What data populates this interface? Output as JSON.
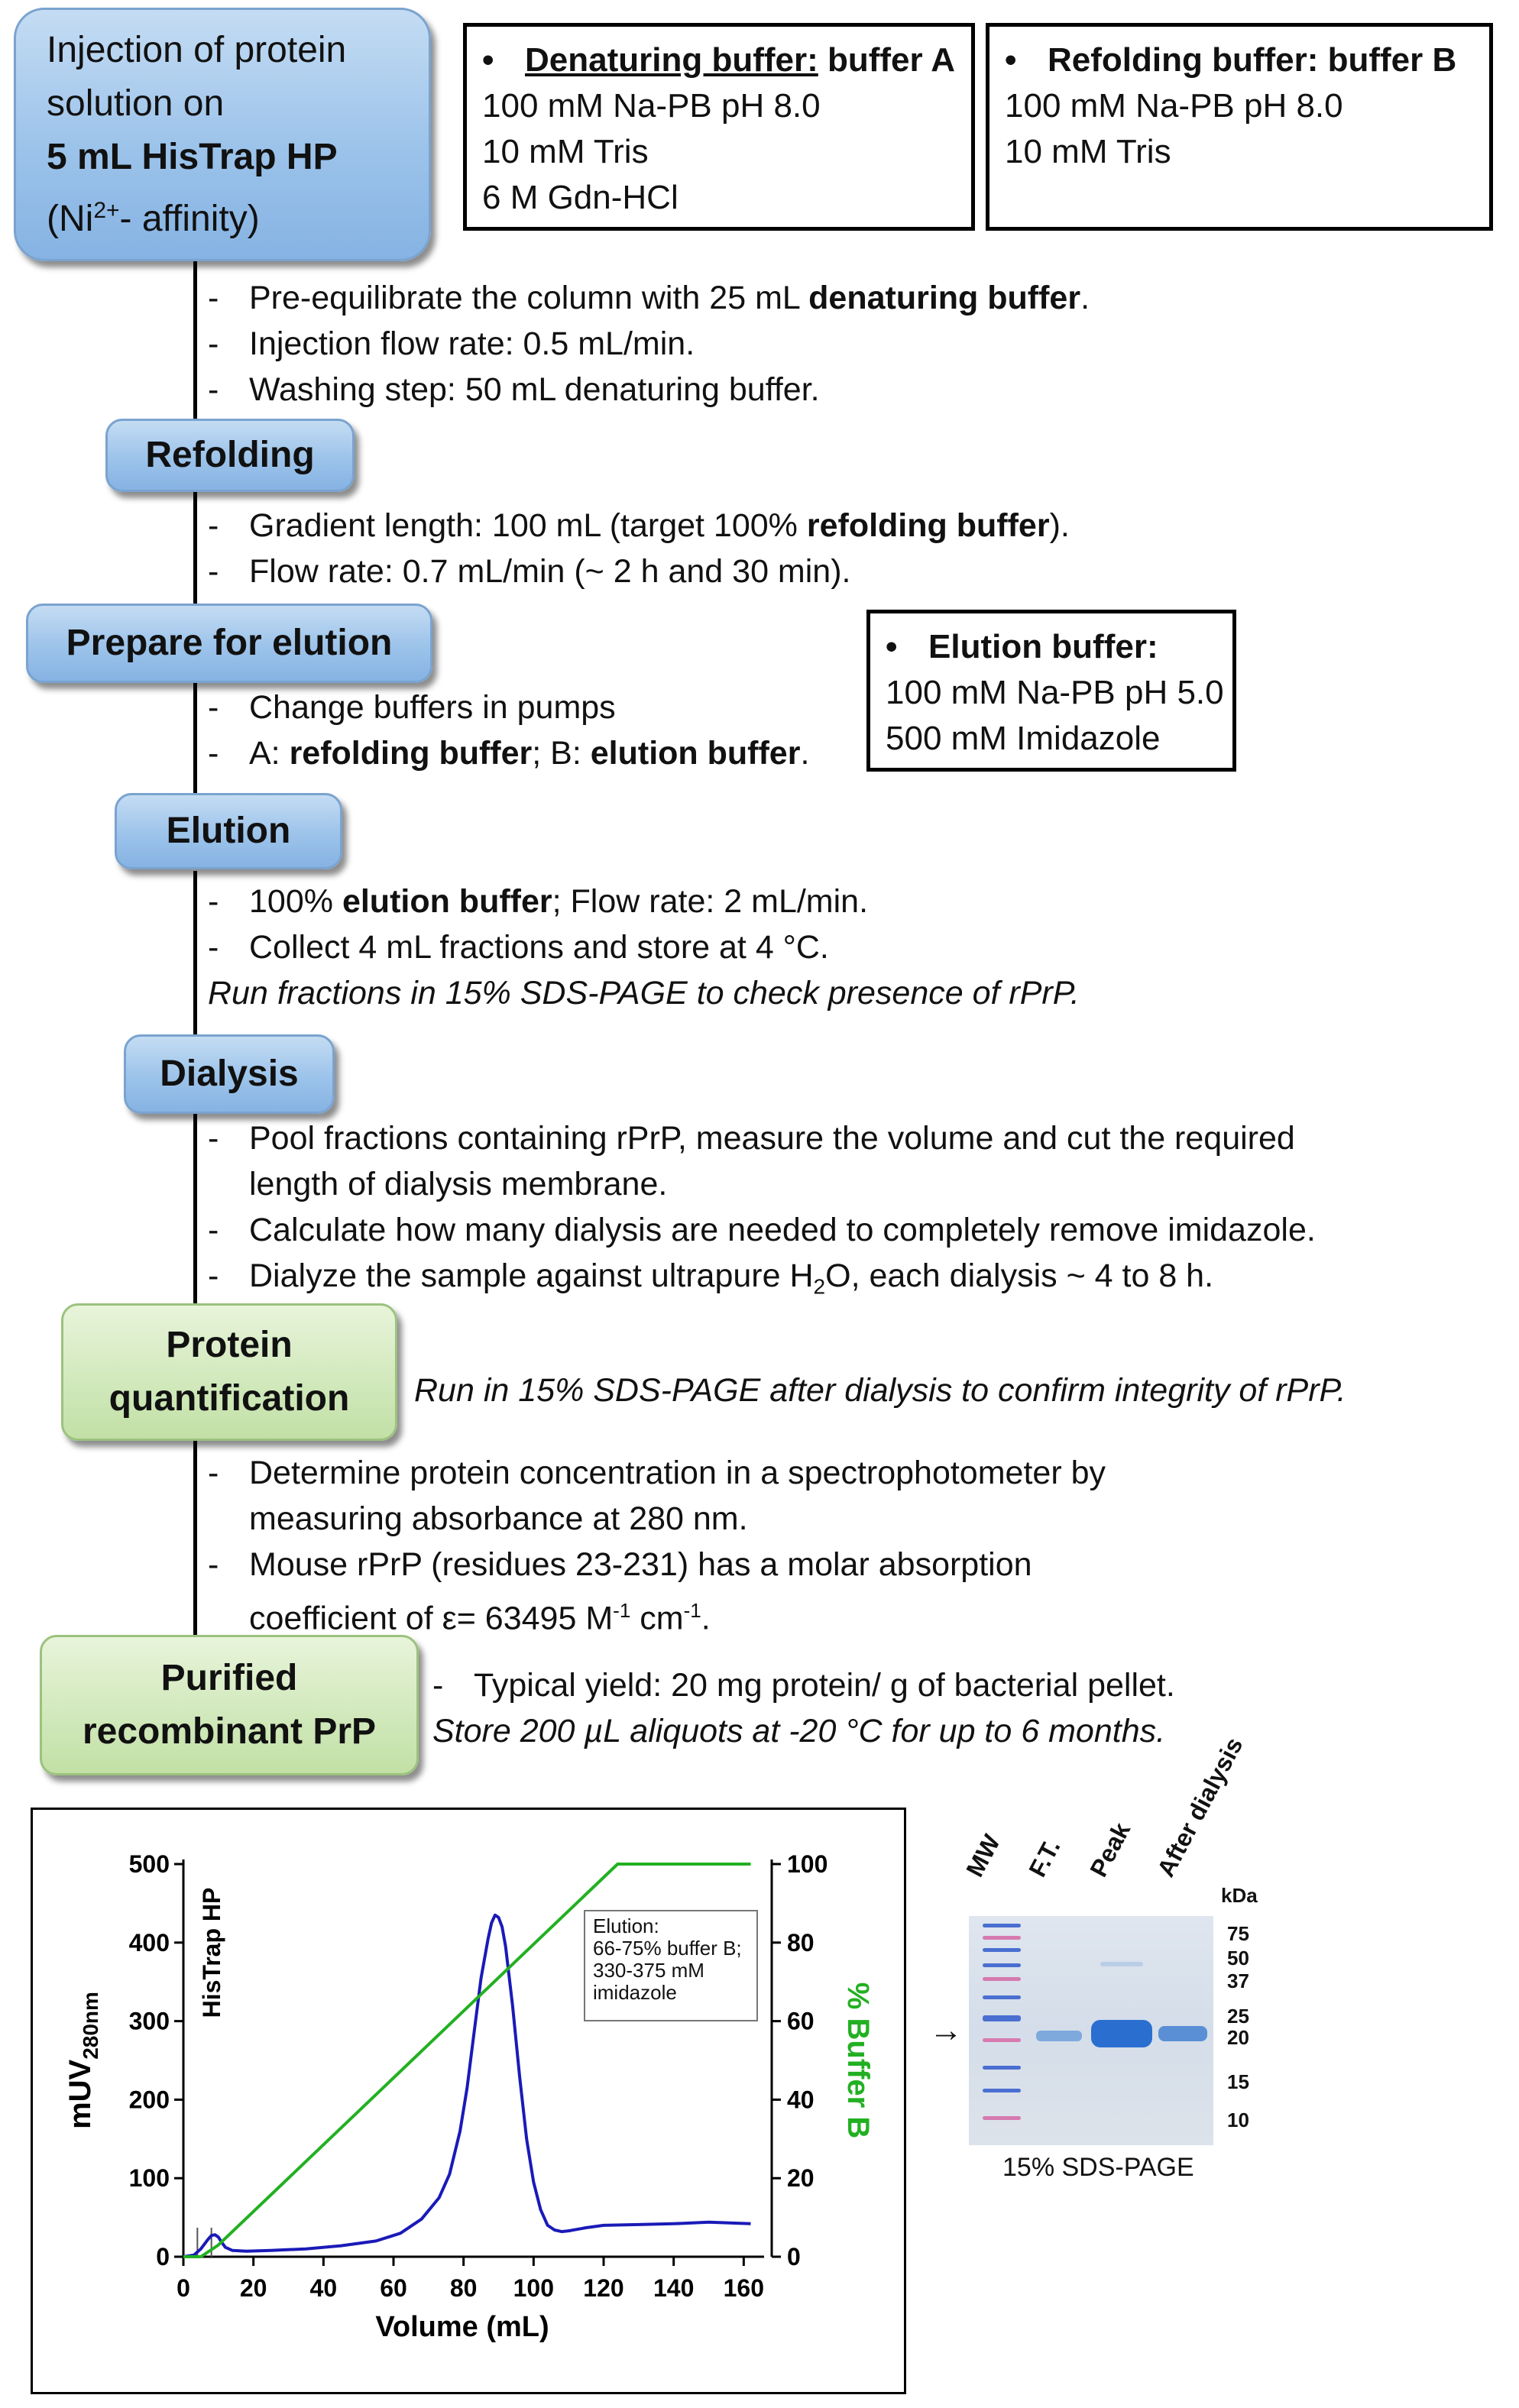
{
  "steps": {
    "injection": {
      "line1": "Injection of protein",
      "line2": "solution on",
      "line3": "5 mL HisTrap HP",
      "line4_pre": "(Ni",
      "line4_sup": "2+",
      "line4_post": "- affinity)"
    },
    "refolding": "Refolding",
    "prepare": "Prepare for elution",
    "elution": "Elution",
    "dialysis": "Dialysis",
    "quant_l1": "Protein",
    "quant_l2": "quantification",
    "purified_l1": "Purified",
    "purified_l2": "recombinant PrP"
  },
  "buffers": {
    "a": {
      "bullet": "•",
      "title_underlined": "Denaturing buffer:",
      "title_rest": " buffer A",
      "lines": [
        "100 mM Na-PB pH 8.0",
        "10 mM Tris",
        "6 M Gdn-HCl"
      ]
    },
    "b": {
      "bullet": "•",
      "title": "Refolding buffer: buffer B",
      "lines": [
        "100 mM Na-PB pH 8.0",
        "10 mM Tris"
      ]
    },
    "elution": {
      "bullet": "•",
      "title": "Elution buffer:",
      "lines": [
        "100 mM Na-PB pH 5.0",
        "500 mM Imidazole"
      ]
    }
  },
  "instructions": {
    "injection": {
      "i1_pre": "Pre-equilibrate the column with 25 mL ",
      "i1_bold": "denaturing buffer",
      "i1_post": ".",
      "i2": "Injection flow rate: 0.5 mL/min.",
      "i3": "Washing step: 50 mL denaturing buffer."
    },
    "refolding": {
      "i1_pre": "Gradient length: 100 mL (target 100% ",
      "i1_bold": "refolding buffer",
      "i1_post": ").",
      "i2": "Flow rate: 0.7 mL/min (~ 2 h and 30 min)."
    },
    "prepare": {
      "i1": "Change buffers in pumps",
      "i2_a": "A: ",
      "i2_b": "refolding buffer",
      "i2_c": "; B: ",
      "i2_d": "elution buffer",
      "i2_e": "."
    },
    "elution": {
      "i1_pre": "100% ",
      "i1_bold": "elution buffer",
      "i1_post": "; Flow rate: 2 mL/min.",
      "i2": "Collect 4 mL fractions and store at 4 °C.",
      "note": "Run fractions in 15% SDS-PAGE to check presence of rPrP."
    },
    "dialysis": {
      "i1a": "Pool fractions containing rPrP, measure the volume and cut the required",
      "i1b": "length of dialysis membrane.",
      "i2": "Calculate how many dialysis are needed to completely remove imidazole.",
      "i3_pre": "Dialyze the sample against ultrapure H",
      "i3_sub": "2",
      "i3_post": "O, each dialysis ~ 4 to 8 h."
    },
    "quant": {
      "note": "Run in 15% SDS-PAGE after dialysis to confirm integrity of rPrP.",
      "i1a": "Determine protein concentration in a spectrophotometer by",
      "i1b": "measuring absorbance at 280 nm.",
      "i2a": "Mouse rPrP (residues 23-231) has a molar absorption",
      "i2b_pre": "coefficient of ε= 63495 M",
      "i2b_sup1": "-1",
      "i2b_mid": " cm",
      "i2b_sup2": "-1",
      "i2b_post": "."
    },
    "purified": {
      "i1": "Typical yield: 20 mg protein/ g of bacterial pellet.",
      "note": "Store 200 µL aliquots at -20 °C for up to 6 months."
    }
  },
  "dash": "-",
  "colors": {
    "step_blue": "#9cc3ea",
    "step_green": "#d2e9bd",
    "uv_trace": "#1a1ab8",
    "buffer_b_trace": "#22b022",
    "gel_band": "#2a6fd0"
  },
  "chart_data": {
    "type": "line",
    "title": "",
    "column_label": "HisTrap HP",
    "xlabel": "Volume (mL)",
    "ylabel_main": "mUV",
    "ylabel_sub": "280nm",
    "y2label": "% Buffer B",
    "xlim": [
      0,
      170
    ],
    "ylim": [
      0,
      500
    ],
    "y2lim": [
      0,
      100
    ],
    "xticks": [
      0,
      20,
      40,
      60,
      80,
      100,
      120,
      140,
      160
    ],
    "yticks": [
      0,
      100,
      200,
      300,
      400,
      500
    ],
    "y2ticks": [
      0,
      20,
      40,
      60,
      80,
      100
    ],
    "annotation": [
      "Elution:",
      "66-75% buffer B;",
      "330-375 mM",
      "imidazole"
    ],
    "series": [
      {
        "axis": "left",
        "x": [
          0,
          3,
          5,
          7,
          8,
          9,
          10,
          11,
          12,
          14,
          18,
          25,
          35,
          45,
          55,
          62,
          68,
          73,
          76,
          79,
          81,
          83,
          85,
          87,
          88,
          89,
          90,
          91,
          92,
          94,
          96,
          98,
          100,
          102,
          104,
          106,
          108,
          110,
          115,
          120,
          130,
          140,
          150,
          162
        ],
        "y": [
          0,
          2,
          10,
          22,
          27,
          28,
          25,
          18,
          12,
          8,
          7,
          8,
          10,
          14,
          20,
          30,
          48,
          75,
          105,
          160,
          215,
          285,
          355,
          405,
          425,
          435,
          432,
          420,
          395,
          320,
          230,
          150,
          95,
          60,
          40,
          34,
          32,
          33,
          37,
          40,
          41,
          42,
          44,
          42
        ]
      },
      {
        "axis": "right",
        "x": [
          0,
          5,
          10,
          124,
          162
        ],
        "y": [
          0,
          0,
          3,
          100,
          100
        ]
      }
    ]
  },
  "gel": {
    "lanes": [
      "MW",
      "F.T.",
      "Peak",
      "After dialysis"
    ],
    "unit": "kDa",
    "markers": [
      "75",
      "50",
      "37",
      "25",
      "20",
      "15",
      "10"
    ],
    "arrow": "→",
    "caption": "15% SDS-PAGE"
  }
}
